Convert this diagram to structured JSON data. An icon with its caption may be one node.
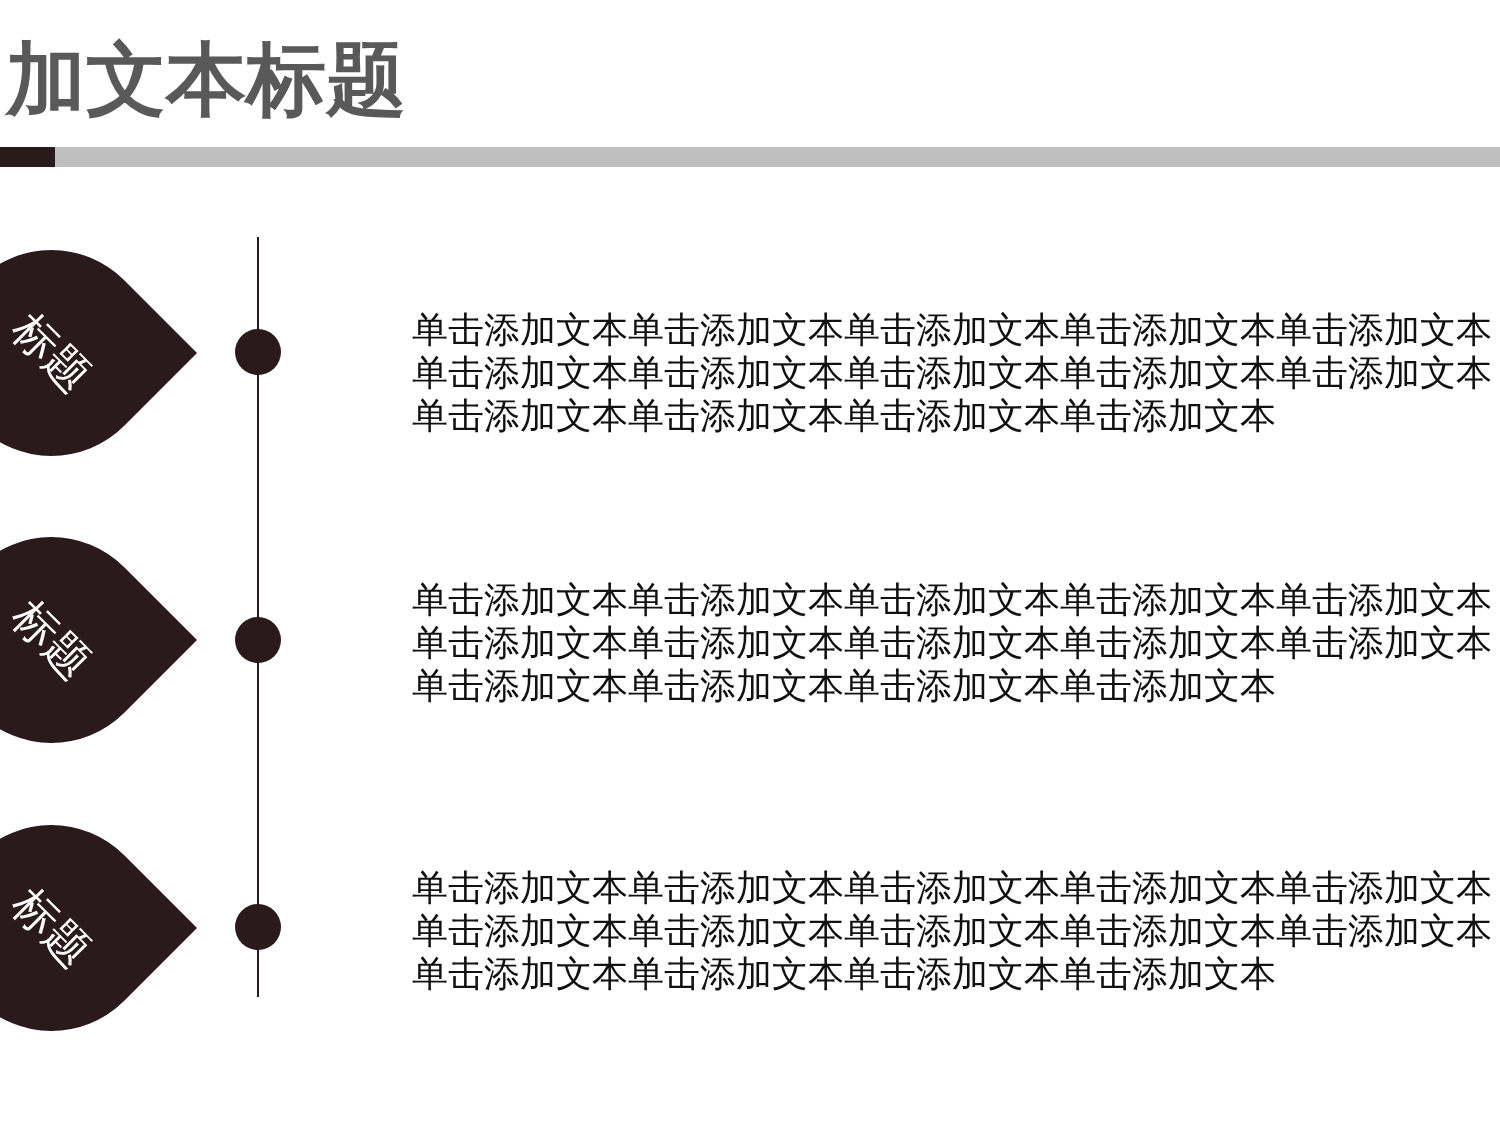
{
  "diagram": {
    "title": "加文本标题",
    "nodes": [
      {
        "text": [
          "标题"
        ]
      },
      {
        "text": [
          "标题"
        ]
      },
      {
        "text": [
          "标题"
        ]
      }
    ],
    "labels": [
      "单击添加文本单击添加文本单击添加文本单击添加文本单击添加文本单击添加文本单击添加文本单击添加文本单击添加文本单击添加文本单击添加文本单击添加文本单击添加文本单击添加文本",
      "单击添加文本单击添加文本单击添加文本单击添加文本单击添加文本单击添加文本单击添加文本单击添加文本单击添加文本单击添加文本单击添加文本单击添加文本单击添加文本单击添加文本",
      "单击添加文本单击添加文本单击添加文本单击添加文本单击添加文本单击添加文本单击添加文本单击添加文本单击添加文本单击添加文本单击添加文本单击添加文本单击添加文本单击添加文本"
    ]
  }
}
